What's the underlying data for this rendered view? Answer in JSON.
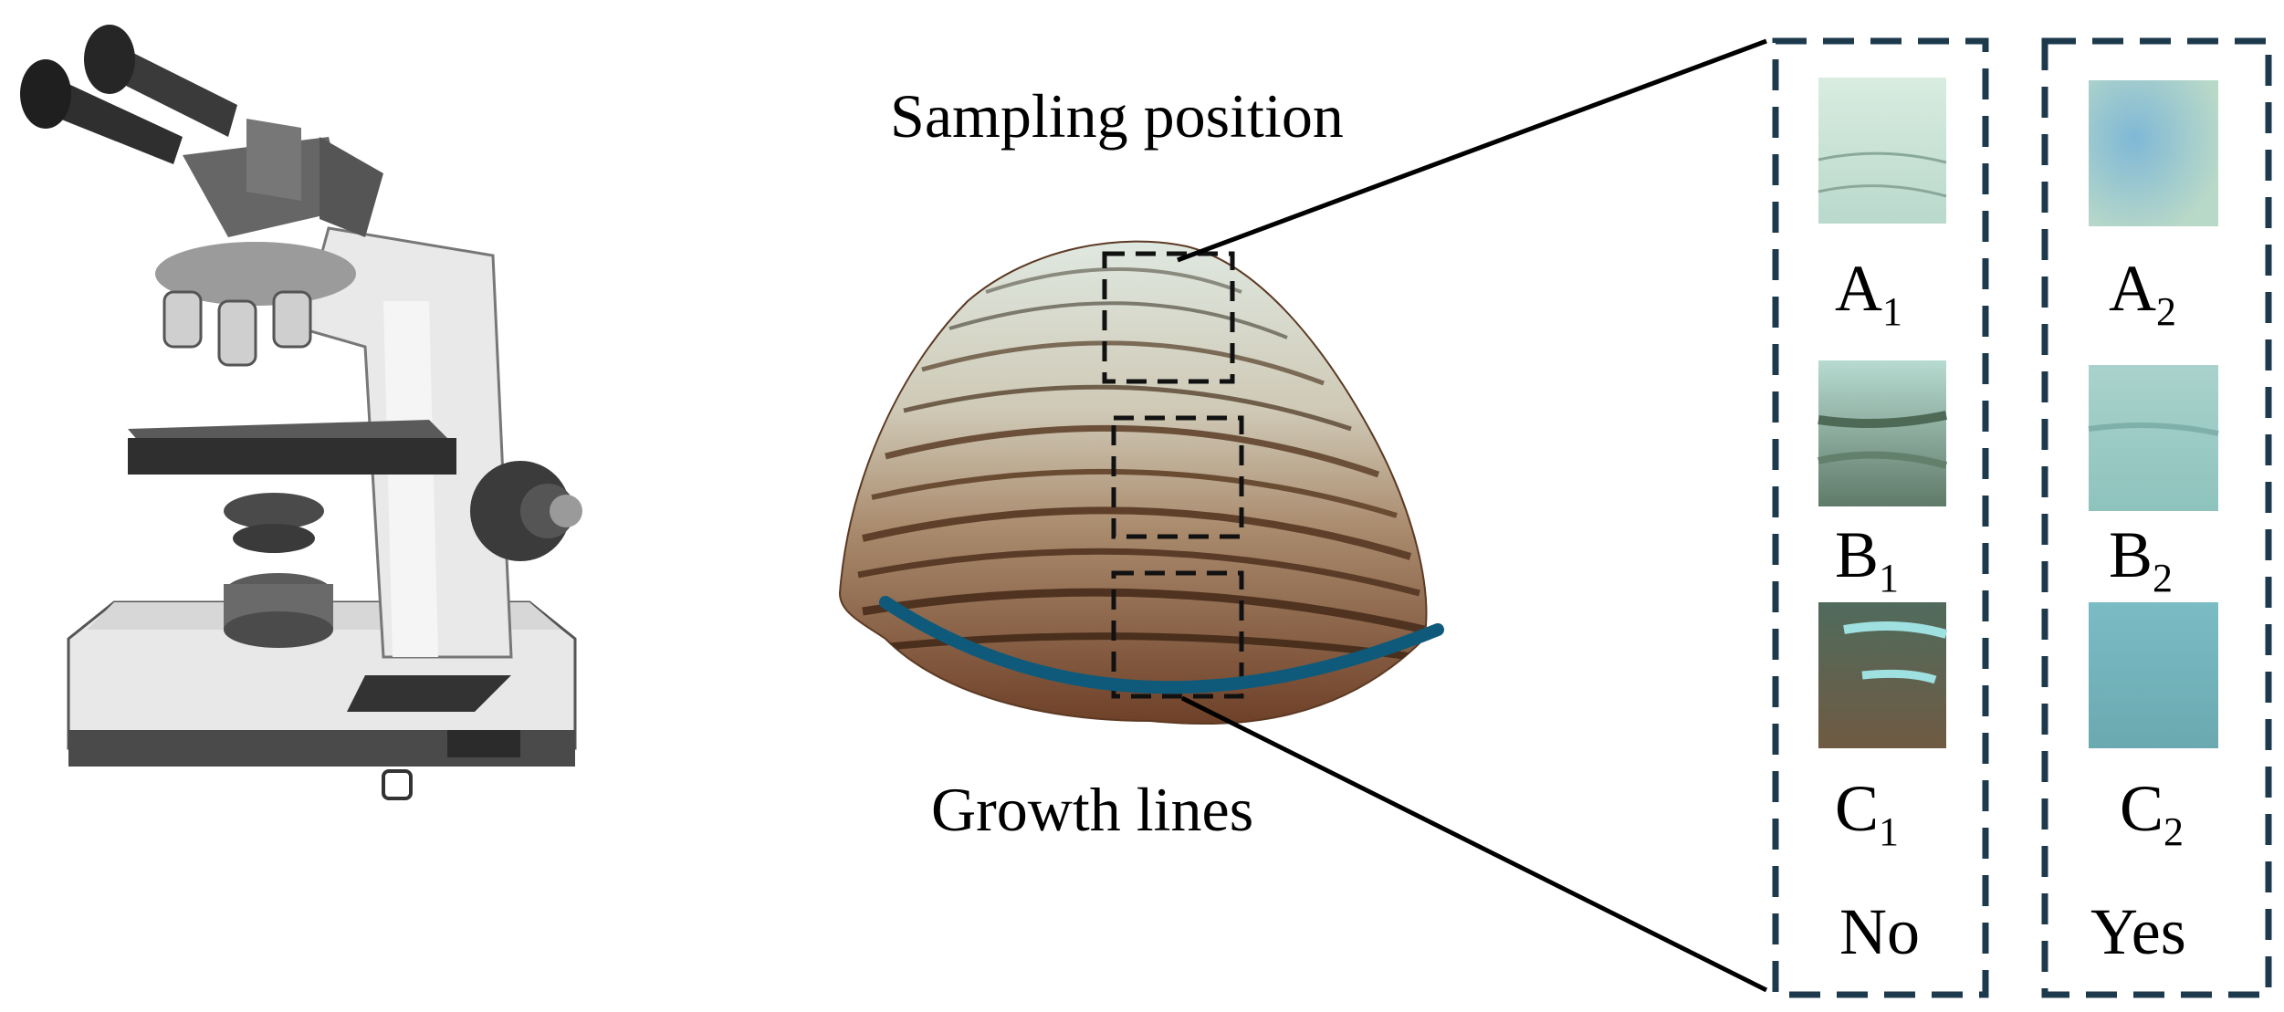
{
  "labels": {
    "sampling_position": "Sampling position",
    "growth_lines": "Growth lines",
    "no": "No",
    "yes": "Yes"
  },
  "samples_no": [
    {
      "letter": "A",
      "sub": "1"
    },
    {
      "letter": "B",
      "sub": "1"
    },
    {
      "letter": "C",
      "sub": "1"
    }
  ],
  "samples_yes": [
    {
      "letter": "A",
      "sub": "2"
    },
    {
      "letter": "B",
      "sub": "2"
    },
    {
      "letter": "C",
      "sub": "2"
    }
  ],
  "colors": {
    "panel_border": "#1d3a4c",
    "growth_line": "#0f5a7a",
    "shell_light": "#dfe6dc",
    "shell_dark": "#7a4e32"
  }
}
